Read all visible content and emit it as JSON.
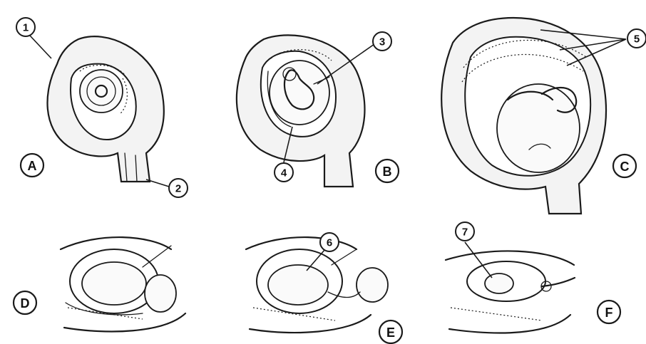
{
  "panels": [
    {
      "id": "A",
      "label": "A"
    },
    {
      "id": "B",
      "label": "B"
    },
    {
      "id": "C",
      "label": "C"
    },
    {
      "id": "D",
      "label": "D"
    },
    {
      "id": "E",
      "label": "E"
    },
    {
      "id": "F",
      "label": "F"
    }
  ],
  "markers": [
    "1",
    "2",
    "3",
    "4",
    "5",
    "6",
    "7"
  ]
}
